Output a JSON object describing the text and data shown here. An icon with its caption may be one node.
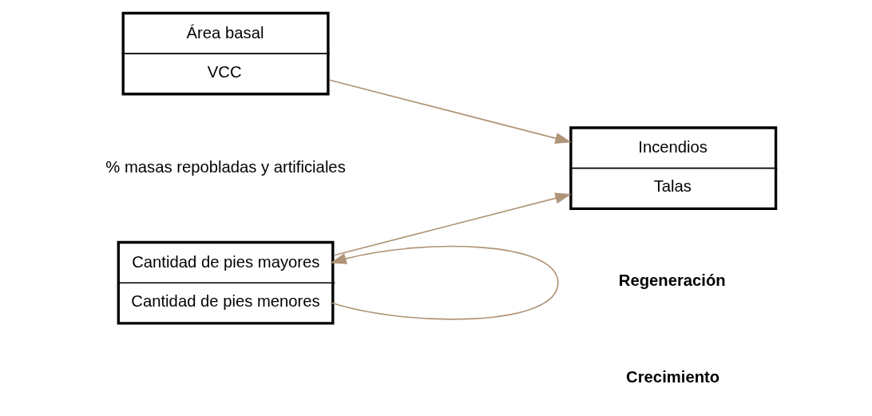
{
  "diagram": {
    "nodes": [
      {
        "text": [
          "Área basal",
          "VCC"
        ]
      },
      {
        "text": [
          "Incendios",
          "Talas"
        ]
      },
      {
        "text": [
          "Cantidad de pies mayores",
          "Cantidad de pies menores"
        ]
      }
    ],
    "edges": [
      {
        "from": 0,
        "to": 1,
        "arrow": "to"
      },
      {
        "from": 2,
        "to": 1,
        "arrow": "to"
      },
      {
        "from": 2,
        "to": 2,
        "arrow": "to"
      }
    ],
    "labels": [
      "% masas repobladas y artificiales",
      "Regeneración",
      "Crecimiento"
    ]
  }
}
